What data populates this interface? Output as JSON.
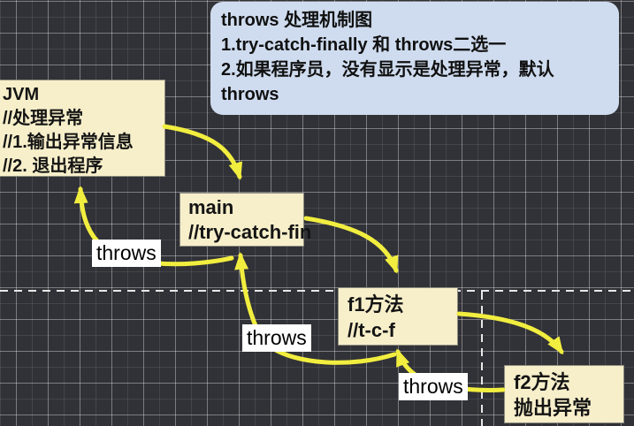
{
  "note": {
    "lines": [
      "throws 处理机制图",
      "1.try-catch-finally 和 throws二选一",
      "2.如果程序员，没有显示是处理异常，默认",
      "throws"
    ]
  },
  "boxes": {
    "jvm": {
      "lines": [
        "JVM",
        "//处理异常",
        "//1.输出异常信息",
        "//2. 退出程序"
      ]
    },
    "main": {
      "lines": [
        "main",
        "//try-catch-fin"
      ]
    },
    "f1": {
      "lines": [
        "f1方法",
        "//t-c-f"
      ]
    },
    "f2": {
      "lines": [
        "f2方法",
        "抛出异常"
      ]
    }
  },
  "labels": {
    "throws1": "throws",
    "throws2": "throws",
    "throws3": "throws"
  },
  "colors": {
    "background": "#313237",
    "note_fill": "#cfdcef",
    "box_fill": "#f7efca",
    "arrow": "#f2ee3f",
    "label_bg": "#ffffff",
    "guide_line": "#e8e8e8",
    "text": "#141414"
  }
}
